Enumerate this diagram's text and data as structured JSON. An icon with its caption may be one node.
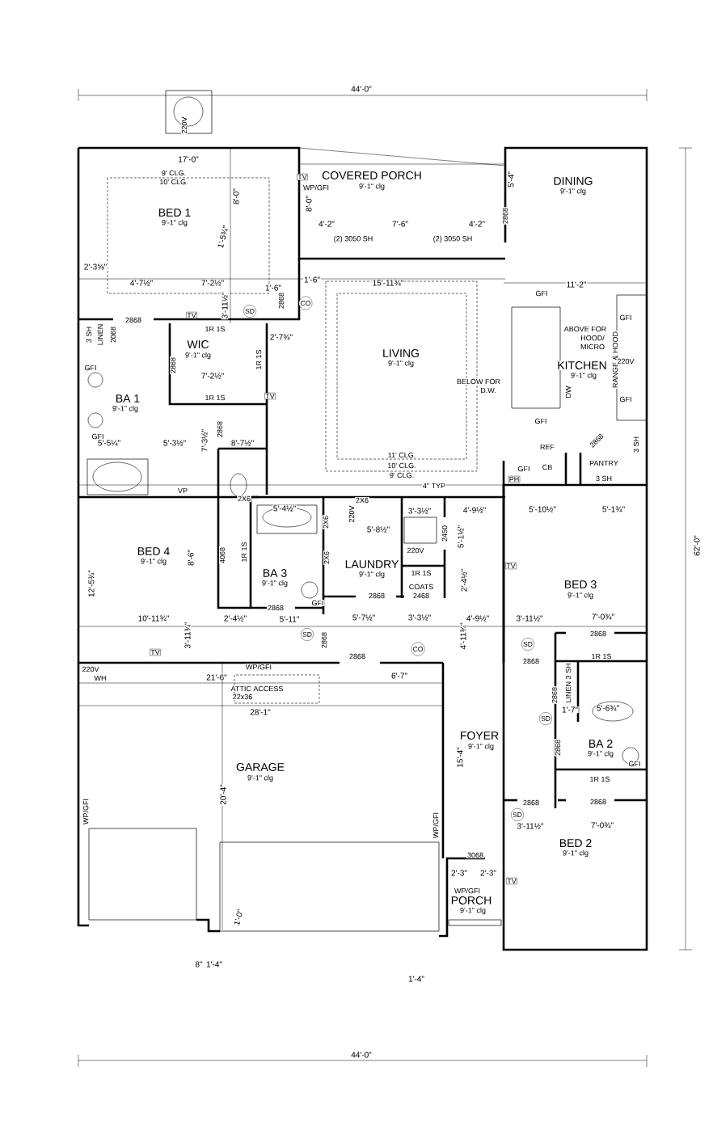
{
  "diagram": {
    "labels": [
      "44'-0\"",
      "220V",
      "17'-0\"",
      "9' CLG.",
      "10' CLG.",
      "BED 1",
      "9'-1\" clg",
      "8'-0\"",
      "TV",
      "WP/GFI",
      "8'-0\"",
      "COVERED PORCH",
      "9'-1\" clg",
      "4'-2\"",
      "7'-6\"",
      "4'-2\"",
      "(2) 3050 SH",
      "(2) 3050 SH",
      "DINING",
      "9'-1\" clg",
      "5'-4\"",
      "2868",
      "1'-5¾\"",
      "2'-3⅝\"",
      "4'-7½\"",
      "7'-2½\"",
      "1'-6\"",
      "1'-6\"",
      "15'-11¾\"",
      "11'-2\"",
      "3'-11½\"",
      "2868",
      "SD",
      "CO",
      "TV",
      "2868",
      "1R 1S",
      "3 SH",
      "LINEN",
      "2068",
      "2'-7¾\"",
      "WIC",
      "9'-1\" clg",
      "2868",
      "1R 1S",
      "7'-2½\"",
      "1R 1S",
      "TV",
      "LIVING",
      "9'-1\" clg",
      "GFI",
      "BA 1",
      "9'-1\" clg",
      "GFI",
      "GFI",
      "ABOVE FOR",
      "HOOD/",
      "MICRO",
      "KITCHEN",
      "9'-1\" clg",
      "RANGE & HOOD",
      "220V",
      "GFI",
      "GFI",
      "BELOW FOR",
      "D.W.",
      "DW",
      "GFI",
      "5'-5¼\"",
      "5'-3½\"",
      "7'-3½\"",
      "2868",
      "8'-7½\"",
      "VP",
      "11' CLG.",
      "10' CLG.",
      "9' CLG.",
      "4\" TYP",
      "REF",
      "GFI",
      "CB",
      "PH",
      "2868",
      "PANTRY",
      "3 SH",
      "3 SH",
      "2X6",
      "2X6",
      "5'-4½\"",
      "220V",
      "5'-8½\"",
      "3'-3½\"",
      "4'-9½\"",
      "5'-10½\"",
      "5'-1¾\"",
      "2X6",
      "2X6",
      "2450",
      "5'-1½\"",
      "220V",
      "BED 4",
      "9'-1\" clg",
      "8'-6\"",
      "4068",
      "1R 1S",
      "BA 3",
      "9'-1\" clg",
      "LAUNDRY",
      "9'-1\" clg",
      "1R 1S",
      "COATS",
      "2468",
      "2'-4½\"",
      "TV",
      "BED 3",
      "9'-1\" clg",
      "12'-5¾\"",
      "GFI",
      "2868",
      "2868",
      "10'-11¾\"",
      "2'-4½\"",
      "5'-11\"",
      "5'-7½\"",
      "3'-3½\"",
      "4'-9½\"",
      "3'-11½\"",
      "7'-0¾\"",
      "2868",
      "3'-11¾\"",
      "SD",
      "2868",
      "2868",
      "CO",
      "SD",
      "4'-11¾\"",
      "TV",
      "1R 1S",
      "2868",
      "220V",
      "WH",
      "21'-6\"",
      "WP/GFI",
      "6'-7\"",
      "ATTIC ACCESS",
      "22x36",
      "LINEN 3 SH",
      "2868",
      "28'-1\"",
      "1'-7\"",
      "5'-6¾\"",
      "SD",
      "FOYER",
      "9'-1\" clg",
      "BA 2",
      "9'-1\" clg",
      "GFI",
      "2868",
      "15'-4\"",
      "GARAGE",
      "9'-1\" clg",
      "20'-4\"",
      "WP/GFI",
      "WP/GFI",
      "1R 1S",
      "2868",
      "2868",
      "SD",
      "3'-11½\"",
      "7'-0¾\"",
      "BED 2",
      "3068",
      "9'-1\" clg",
      "2'-3\"",
      "2'-3\"",
      "WP/GFI",
      "PORCH",
      "9'-1\" clg",
      "TV",
      "1'-0\"",
      "8\"",
      "1'-4\"",
      "1'-4\"",
      "44'-0\"",
      "62'-0\""
    ]
  }
}
